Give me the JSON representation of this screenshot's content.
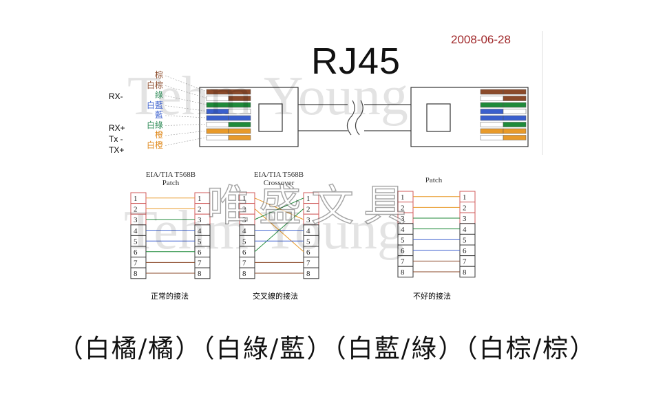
{
  "header": {
    "date": "2008-06-28",
    "title": "RJ45"
  },
  "left_signal_labels": [
    {
      "text": "RX-",
      "color": "#2e8b57"
    },
    {
      "text": "RX+",
      "color": "#2e8b57"
    },
    {
      "text": "Tx -",
      "color": "#e08a1e"
    },
    {
      "text": "TX+",
      "color": "#e08a1e"
    }
  ],
  "wire_labels": [
    {
      "text": "棕",
      "color": "#8b4a2a"
    },
    {
      "text": "白棕",
      "color": "#8b4a2a"
    },
    {
      "text": "綠",
      "color": "#2e8b57"
    },
    {
      "text": "白藍",
      "color": "#3a5fcd"
    },
    {
      "text": "藍",
      "color": "#3a5fcd"
    },
    {
      "text": "白綠",
      "color": "#2e8b57"
    },
    {
      "text": "橙",
      "color": "#e08a1e"
    },
    {
      "text": "白橙",
      "color": "#e08a1e"
    }
  ],
  "wire_colors": {
    "brown": "#8b4a2a",
    "green": "#1f8a3a",
    "blue": "#3a5fcd",
    "orange": "#e89a2a",
    "white": "#ffffff"
  },
  "tables": [
    {
      "title_line1": "EIA/TIA T568B",
      "title_line2": "Patch",
      "caption": "正常的接法",
      "caption_color": "#3a5fcd",
      "pins": [
        "1",
        "2",
        "3",
        "4",
        "5",
        "6",
        "7",
        "8"
      ]
    },
    {
      "title_line1": "EIA/TIA T568B",
      "title_line2": "Crossover",
      "caption": "交叉線的接法",
      "caption_color": "#3a5fcd",
      "pins": [
        "1",
        "2",
        "3",
        "4",
        "5",
        "6",
        "7",
        "8"
      ]
    },
    {
      "title_line1": "",
      "title_line2": "Patch",
      "caption": "不好的接法",
      "caption_color": "#d0453a",
      "pins": [
        "1",
        "2",
        "3",
        "4",
        "5",
        "6",
        "7",
        "8"
      ]
    }
  ],
  "watermarks": {
    "latin": "Tehm Young",
    "cjk": "唯盛文具"
  },
  "bottom_text": "（白橘/橘）（白綠/藍）（白藍/綠）（白棕/棕）"
}
